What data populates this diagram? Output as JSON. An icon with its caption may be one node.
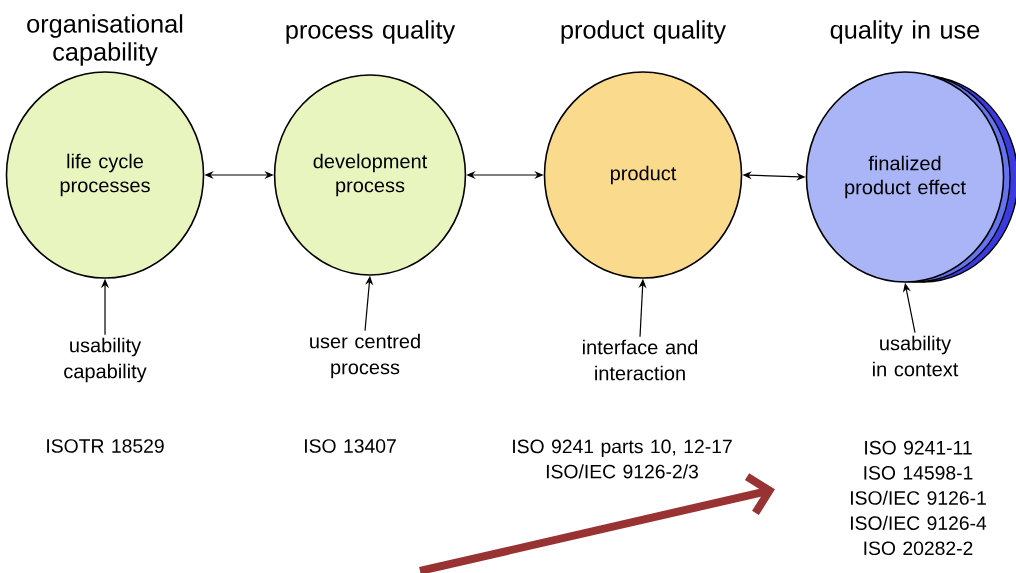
{
  "diagram": {
    "nodes": [
      {
        "text": [
          "organisational capability",
          "life cycle processes"
        ]
      },
      {
        "text": [
          "process quality",
          "development process"
        ]
      },
      {
        "text": [
          "product quality",
          "product"
        ]
      },
      {
        "text": [
          "quality in use",
          "finalized product effect"
        ]
      },
      {
        "text": [
          "usability capability"
        ]
      },
      {
        "text": [
          "user centred process"
        ]
      },
      {
        "text": [
          "interface and interaction"
        ]
      },
      {
        "text": [
          "usability in context"
        ]
      },
      {
        "text": [
          "ISOTR 18529"
        ]
      },
      {
        "text": [
          "ISO 13407"
        ]
      },
      {
        "text": [
          "ISO 9241 parts 10, 12-17",
          "ISO/IEC 9126-2/3"
        ]
      },
      {
        "text": [
          "ISO 9241-11",
          "ISO 14598-1",
          "ISO/IEC 9126-1",
          "ISO/IEC 9126-4",
          "ISO 20282-2"
        ]
      }
    ],
    "edges": [
      {
        "from": 0,
        "to": 1,
        "arrow": "both"
      },
      {
        "from": 1,
        "to": 2,
        "arrow": "both"
      },
      {
        "from": 2,
        "to": 3,
        "arrow": "both"
      },
      {
        "from": 4,
        "to": 0,
        "arrow": "to"
      },
      {
        "from": 5,
        "to": 1,
        "arrow": "to"
      },
      {
        "from": 6,
        "to": 2,
        "arrow": "to"
      },
      {
        "from": 7,
        "to": 3,
        "arrow": "to"
      },
      {
        "from": null,
        "to": 10,
        "arrow": "to",
        "style": "thick",
        "color": "#993333"
      }
    ]
  }
}
